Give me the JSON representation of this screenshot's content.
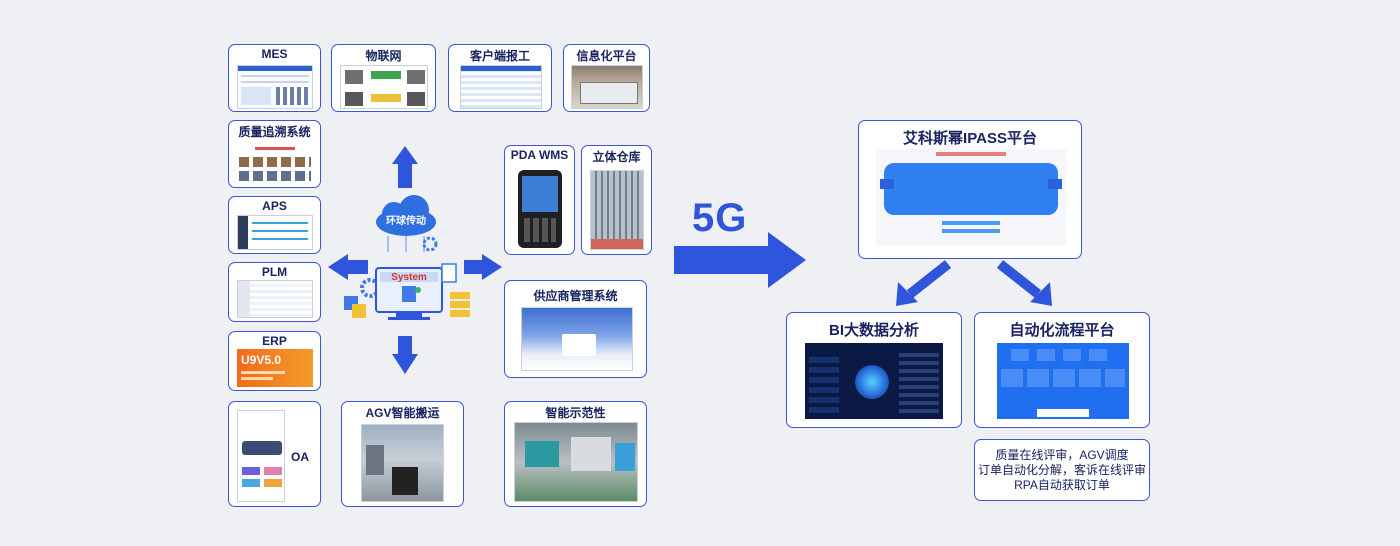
{
  "colors": {
    "accent": "#2f55dc",
    "border": "#3a55d6",
    "bg": "#eef0f4"
  },
  "left": {
    "mes": "MES",
    "iot": "物联网",
    "client": "客户端报工",
    "info": "信息化平台",
    "quality": "质量追溯系统",
    "aps": "APS",
    "plm": "PLM",
    "erp": "ERP",
    "erp_logo": "U9V5.0",
    "oa": "OA",
    "agv": "AGV智能搬运",
    "pda": "PDA WMS",
    "warehouse": "立体仓库",
    "supplier": "供应商管理系统",
    "demo": "智能示范性"
  },
  "center": {
    "cloud": "环球传动",
    "system": "System"
  },
  "link_label": "5G",
  "right": {
    "ipass": "艾科斯幂IPASS平台",
    "bi": "BI大数据分析",
    "auto": "自动化流程平台",
    "note": [
      "质量在线评审，AGV调度",
      "订单自动化分解，客诉在线评审",
      "RPA自动获取订单"
    ]
  }
}
